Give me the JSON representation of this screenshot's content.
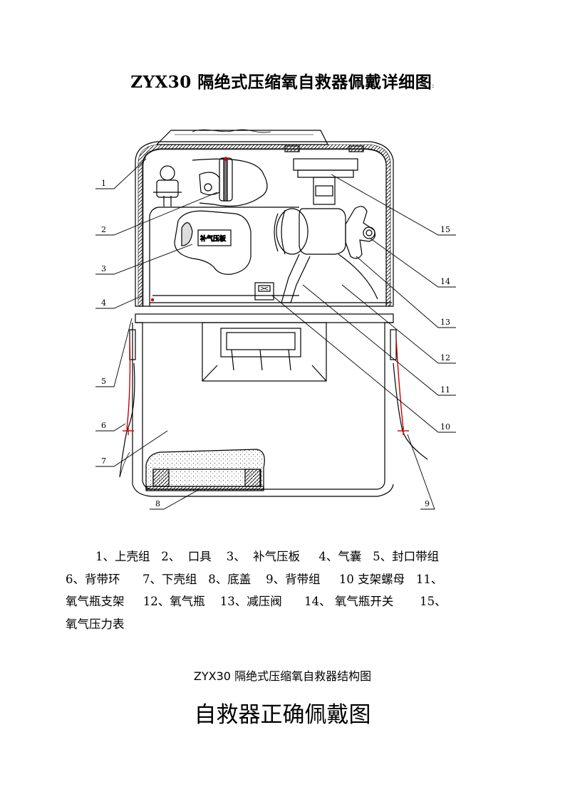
{
  "page": {
    "title": "ZYX30 隔绝式压缩氧自救器佩戴详细图",
    "title_colon": ":",
    "legend_lines": [
      "1、上壳组   2、  口具    3、  补气压板     4、气囊   5、封口带组",
      "6、背带环      7、下壳组   8、底盖    9、背带组     10 支架螺母   11、",
      "氧气瓶支架     12、氧气瓶    13、减压阀      14、 氧气瓶开关       15、",
      "氧气压力表"
    ],
    "caption": "ZYX30 隔绝式压缩氧自救器结构图",
    "heading": "自救器正确佩戴图"
  },
  "diagram": {
    "callouts_left": [
      "1",
      "2",
      "3",
      "4",
      "5",
      "6",
      "7",
      "8"
    ],
    "callouts_right": [
      "15",
      "14",
      "13",
      "12",
      "11",
      "10",
      "9"
    ],
    "plate_text": "补气压板",
    "colors": {
      "line": "#000000",
      "accent": "#cc0000",
      "speckle": "#444444"
    }
  }
}
